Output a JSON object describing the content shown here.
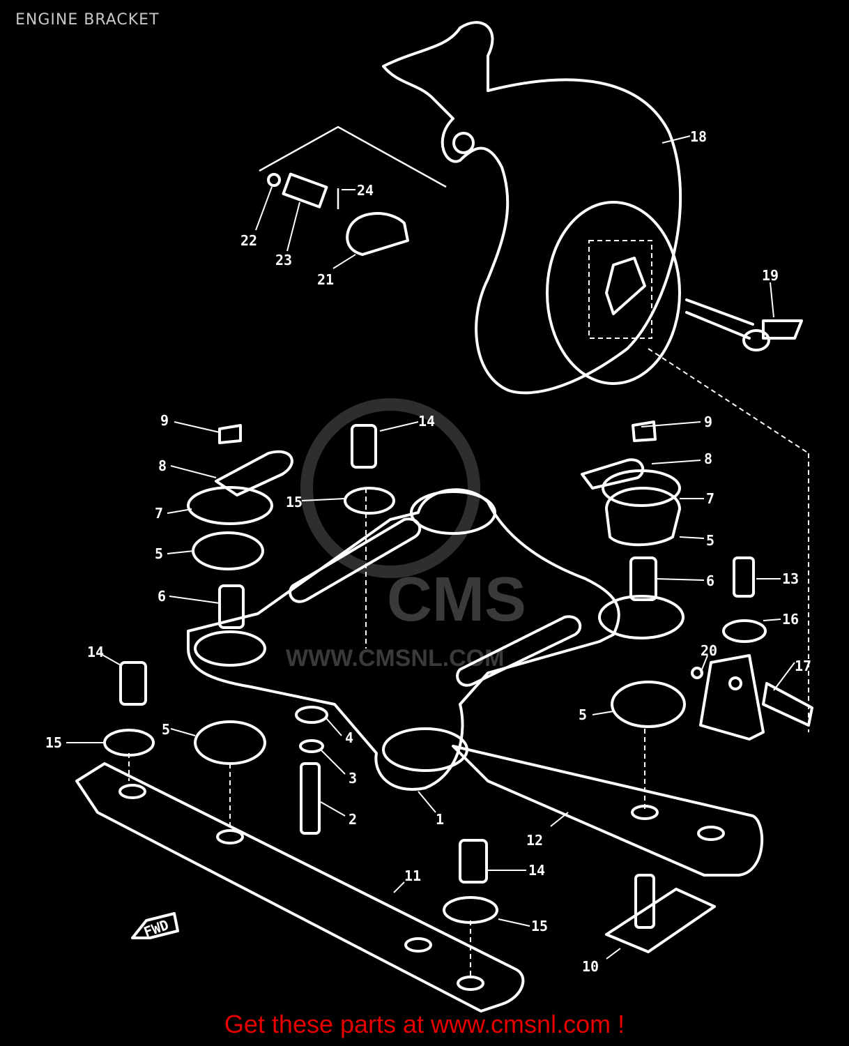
{
  "title": "ENGINE BRACKET",
  "footer": "Get these parts at www.cmsnl.com !",
  "watermark": {
    "brand": "CMS",
    "url": "WWW.CMSNL.COM"
  },
  "fwd_label": "FWD",
  "callouts": [
    {
      "id": "1",
      "text": "1"
    },
    {
      "id": "2",
      "text": "2"
    },
    {
      "id": "3",
      "text": "3"
    },
    {
      "id": "4",
      "text": "4"
    },
    {
      "id": "5a",
      "text": "5"
    },
    {
      "id": "5b",
      "text": "5"
    },
    {
      "id": "5c",
      "text": "5"
    },
    {
      "id": "5d",
      "text": "5"
    },
    {
      "id": "6a",
      "text": "6"
    },
    {
      "id": "6b",
      "text": "6"
    },
    {
      "id": "7a",
      "text": "7"
    },
    {
      "id": "7b",
      "text": "7"
    },
    {
      "id": "8a",
      "text": "8"
    },
    {
      "id": "8b",
      "text": "8"
    },
    {
      "id": "9a",
      "text": "9"
    },
    {
      "id": "9b",
      "text": "9"
    },
    {
      "id": "10",
      "text": "10"
    },
    {
      "id": "11",
      "text": "11"
    },
    {
      "id": "12",
      "text": "12"
    },
    {
      "id": "13",
      "text": "13"
    },
    {
      "id": "14a",
      "text": "14"
    },
    {
      "id": "14b",
      "text": "14"
    },
    {
      "id": "14c",
      "text": "14"
    },
    {
      "id": "15a",
      "text": "15"
    },
    {
      "id": "15b",
      "text": "15"
    },
    {
      "id": "15c",
      "text": "15"
    },
    {
      "id": "16",
      "text": "16"
    },
    {
      "id": "17",
      "text": "17"
    },
    {
      "id": "18",
      "text": "18"
    },
    {
      "id": "19",
      "text": "19"
    },
    {
      "id": "20",
      "text": "20"
    },
    {
      "id": "21",
      "text": "21"
    },
    {
      "id": "22",
      "text": "22"
    },
    {
      "id": "23",
      "text": "23"
    },
    {
      "id": "24",
      "text": "24"
    }
  ]
}
